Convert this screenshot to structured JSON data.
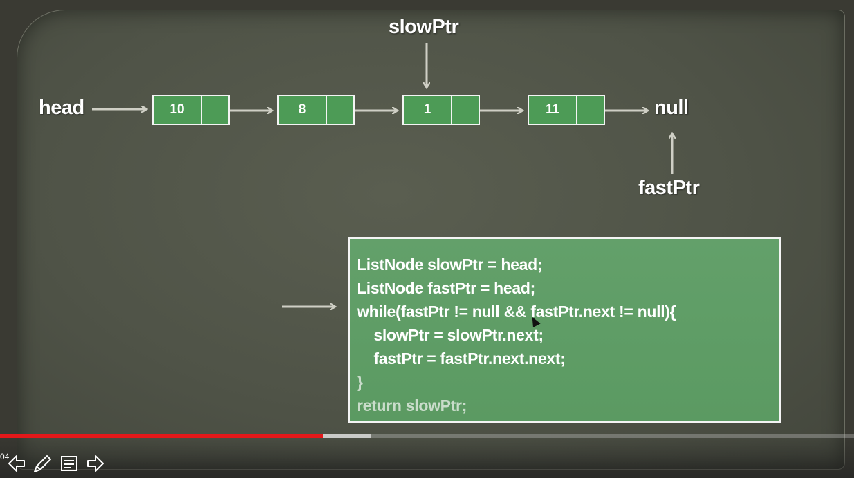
{
  "diagram": {
    "head_label": "head",
    "null_label": "null",
    "slow_ptr_label": "slowPtr",
    "fast_ptr_label": "fastPtr",
    "nodes": [
      {
        "value": "10"
      },
      {
        "value": "8"
      },
      {
        "value": "1"
      },
      {
        "value": "11"
      }
    ]
  },
  "code": {
    "lines": [
      "ListNode slowPtr = head;",
      "ListNode fastPtr = head;",
      "while(fastPtr != null && fastPtr.next != null){",
      "    slowPtr = slowPtr.next;",
      "    fastPtr = fastPtr.next.next;",
      "}",
      "return slowPtr;"
    ]
  },
  "player": {
    "time_text": "04",
    "progress_played": 0.378,
    "progress_buffered": 0.434,
    "colors": {
      "played": "#e4181a"
    },
    "icons": [
      "arrow-left-icon",
      "pen-icon",
      "notes-icon",
      "arrow-right-icon"
    ]
  },
  "colors": {
    "node_fill": "#4d9b56",
    "code_box_fill": "#5f9d66",
    "background": "#4f5347"
  }
}
